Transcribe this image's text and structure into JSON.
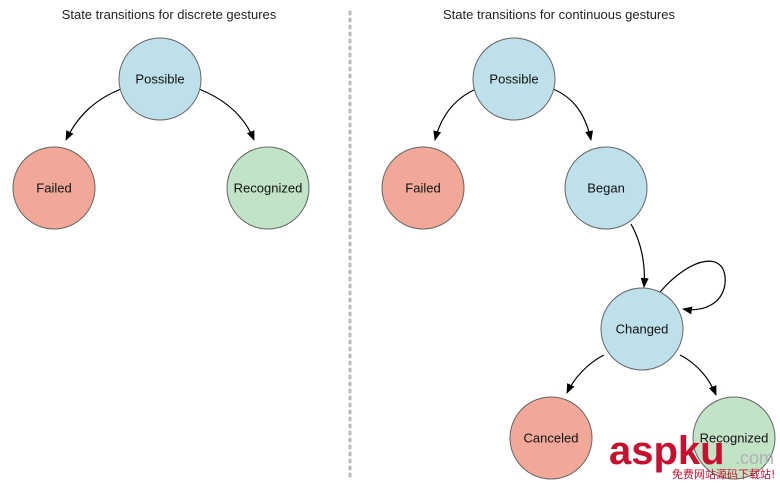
{
  "colors": {
    "possible": "#bde0ea",
    "failed": "#f2a898",
    "recognized": "#c3e3c7",
    "began": "#bde0ea",
    "changed": "#bde0ea",
    "canceled": "#f2a898",
    "divider": "#bbbbbb",
    "watermark": "#c8102e"
  },
  "left_panel": {
    "title": "State transitions for discrete gestures",
    "nodes": {
      "possible": "Possible",
      "failed": "Failed",
      "recognized": "Recognized"
    }
  },
  "right_panel": {
    "title": "State transitions for continuous gestures",
    "nodes": {
      "possible": "Possible",
      "failed": "Failed",
      "began": "Began",
      "changed": "Changed",
      "canceled": "Canceled",
      "recognized": "Recognized"
    }
  },
  "watermark": {
    "main": "aspku",
    "dot_com": ".com",
    "sub": "免费网站源码下载站!"
  }
}
